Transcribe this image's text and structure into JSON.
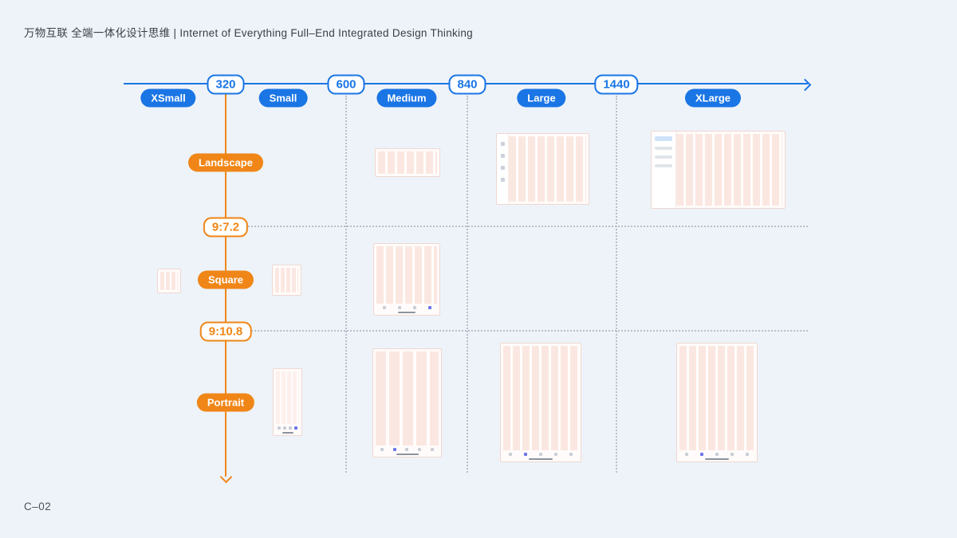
{
  "header": {
    "title": "万物互联 全端一体化设计思维 | Internet of Everything Full–End Integrated Design Thinking"
  },
  "footer": {
    "code": "C–02"
  },
  "colors": {
    "accent_blue": "#1a75e5",
    "accent_orange": "#f08617",
    "background": "#edf3f9",
    "guide_dotted": "#b8bfc9",
    "mockup_stripe": "#fbe7e1",
    "mockup_border": "#f0d7d0"
  },
  "breakpoint_axis": {
    "breakpoints": [
      {
        "label": "320"
      },
      {
        "label": "600"
      },
      {
        "label": "840"
      },
      {
        "label": "1440"
      }
    ],
    "size_classes": [
      {
        "label": "XSmall"
      },
      {
        "label": "Small"
      },
      {
        "label": "Medium"
      },
      {
        "label": "Large"
      },
      {
        "label": "XLarge"
      }
    ]
  },
  "orientation_axis": {
    "labels": [
      {
        "label": "Landscape",
        "variant": "solid"
      },
      {
        "label": "9:7.2",
        "variant": "outline"
      },
      {
        "label": "Square",
        "variant": "solid"
      },
      {
        "label": "9:10.8",
        "variant": "outline"
      },
      {
        "label": "Portrait",
        "variant": "solid"
      }
    ]
  }
}
